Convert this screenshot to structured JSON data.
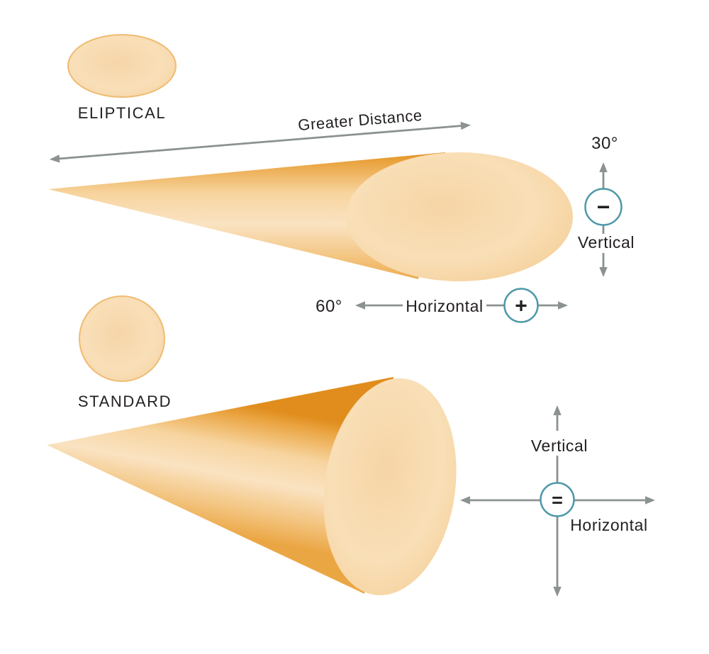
{
  "palette": {
    "beam_dark_orange": "#e08d1d",
    "beam_light_cream": "#fae3c2",
    "beam_mid_orange": "#eba644",
    "cap_edge_tan": "#f4cc92",
    "sample_stroke_orange": "#efbc72",
    "arrow_gray": "#8b9291",
    "badge_teal": "#4d99a9",
    "text_color": "#231f20",
    "background": "#ffffff"
  },
  "elliptical_section": {
    "sample_label": "ELIPTICAL",
    "distance_label": "Greater Distance",
    "vertical_angle": "30°",
    "vertical_axis_label": "Vertical",
    "vertical_sign": "−",
    "horizontal_angle": "60°",
    "horizontal_axis_label": "Horizontal",
    "horizontal_sign": "+"
  },
  "standard_section": {
    "sample_label": "STANDARD",
    "vertical_axis_label": "Vertical",
    "horizontal_axis_label": "Horizontal",
    "equal_sign": "="
  }
}
